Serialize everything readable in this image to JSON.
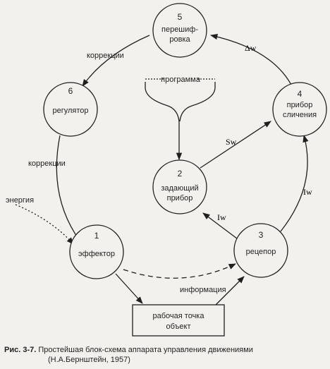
{
  "nodes": {
    "n5": {
      "number": "5",
      "line1": "перешиф-",
      "line2": "ровка"
    },
    "n6": {
      "number": "6",
      "line1": "регулятор"
    },
    "n4": {
      "number": "4",
      "line1": "прибор",
      "line2": "сличения"
    },
    "n2": {
      "number": "2",
      "line1": "задающий",
      "line2": "прибор"
    },
    "n1": {
      "number": "1",
      "line1": "эффектор"
    },
    "n3": {
      "number": "3",
      "line1": "рецепор"
    },
    "box": {
      "line1": "рабочая точка",
      "line2": "объект"
    }
  },
  "edges": {
    "corr_top": "коррекции",
    "corr_left": "коррекции",
    "program": "программа",
    "energy": "энергия",
    "info": "информация",
    "dw": "Δw",
    "sw": "Sw",
    "iw_right": "Iw",
    "iw_mid": "Iw"
  },
  "caption": {
    "prefix": "Рис. 3-7.",
    "title": " Простейшая блок-схема аппарата управления движениями",
    "source": "(Н.А.Бернштейн, 1957)"
  }
}
